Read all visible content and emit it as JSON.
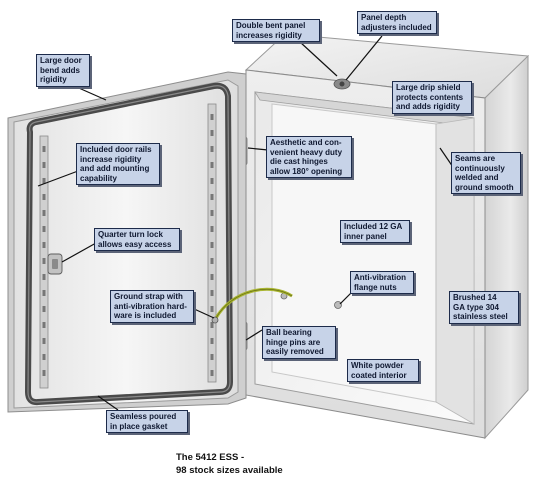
{
  "callouts": {
    "double_bent_panel": "Double bent panel\nincreases rigidity",
    "panel_depth": "Panel depth\nadjusters included",
    "large_door_bend": "Large door\nbend adds\nrigidity",
    "drip_shield": "Large drip shield\nprotects contents\nand adds rigidity",
    "door_rails": "Included door rails\nincrease rigidity\nand add mounting\ncapability",
    "hinges": "Aesthetic and con-\nvenient heavy duty\ndie cast hinges\nallow 180° opening",
    "seams": "Seams are\ncontinuously\nwelded and\nground smooth",
    "inner_panel": "Included 12 GA\ninner panel",
    "quarter_turn_lock": "Quarter turn lock\nallows easy access",
    "anti_vibration_nuts": "Anti-vibration\nflange nuts",
    "ground_strap": "Ground strap with\nanti-vibration hard-\nware is included",
    "brushed_steel": "Brushed 14\nGA type 304\nstainless steel",
    "hinge_pins": "Ball bearing\nhinge pins are\neasily removed",
    "powder_coat": "White powder\ncoated interior",
    "gasket": "Seamless poured\nin place gasket"
  },
  "caption": {
    "line1": "The 5412 ESS -",
    "line2": "98 stock sizes available"
  },
  "colors": {
    "callout_fill": "#c7d3e8",
    "callout_border": "#1d2b4a",
    "gasket": "#4a4a4a",
    "steel_light": "#eeeeee",
    "steel_dark": "#c8c8c8",
    "strap": "#a9b530"
  }
}
